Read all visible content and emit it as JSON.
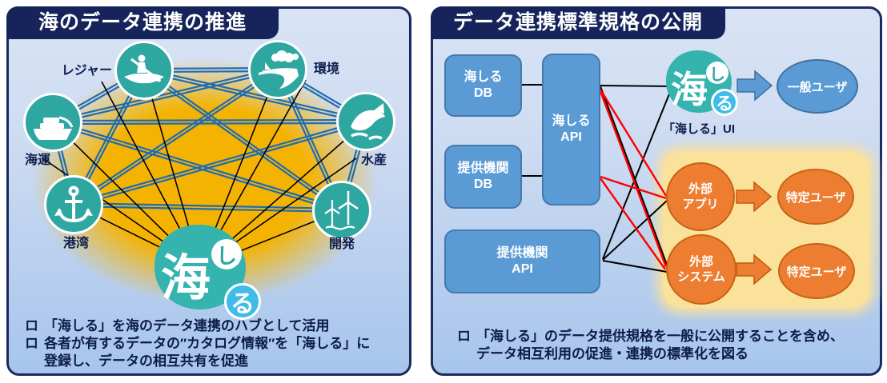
{
  "colors": {
    "navy_title": "#16245B",
    "panel_border": "#1B2A5E",
    "node_teal": "#2EA7A1",
    "box_blue": "#5B9BD5",
    "orange": "#ED7D31",
    "network_line_blue": "#1E6CB5",
    "line_red": "#FF0000",
    "line_black": "#000000",
    "glow_gold": "#F5B301",
    "highlight_yellow": "#FBE29B"
  },
  "left_panel": {
    "title": "海のデータ連携の推進",
    "nodes": [
      {
        "label": "レジャー"
      },
      {
        "label": "環境"
      },
      {
        "label": "海運"
      },
      {
        "label": "水産"
      },
      {
        "label": "港湾"
      },
      {
        "label": "開発"
      }
    ],
    "hub_logo": {
      "kanji": "海",
      "shi": "し",
      "ru": "る"
    },
    "bullet_marker": "ロ",
    "bullets": {
      "b1": "「海しる」を海のデータ連携のハブとして活用",
      "b2_line1": "各者が有するデータの″カタログ情報″を「海しる」に",
      "b2_line2": "登録し、データの相互共有を促進"
    }
  },
  "right_panel": {
    "title": "データ連携標準規格の公開",
    "boxes": {
      "umishiru_db": {
        "line1": "海しる",
        "line2": "DB"
      },
      "provider_db": {
        "line1": "提供機関",
        "line2": "DB"
      },
      "umishiru_api": {
        "line1": "海しる",
        "line2": "API"
      },
      "provider_api": {
        "line1": "提供機関",
        "line2": "API"
      }
    },
    "hub_logo": {
      "kanji": "海",
      "shi": "し",
      "ru": "る"
    },
    "ui_label": "「海しる」UI",
    "general_user": "一般ユーザ",
    "external_app": {
      "line1": "外部",
      "line2": "アプリ"
    },
    "external_system": {
      "line1": "外部",
      "line2": "システム"
    },
    "specific_user_app": "特定ユーザ",
    "specific_user_system": "特定ユーザ",
    "bullet_marker": "ロ",
    "bullets": {
      "b1": "「海しる」のデータ提供規格を一般に公開することを含め、",
      "b2": "データ相互利用の促進・連携の標準化を図る"
    }
  }
}
